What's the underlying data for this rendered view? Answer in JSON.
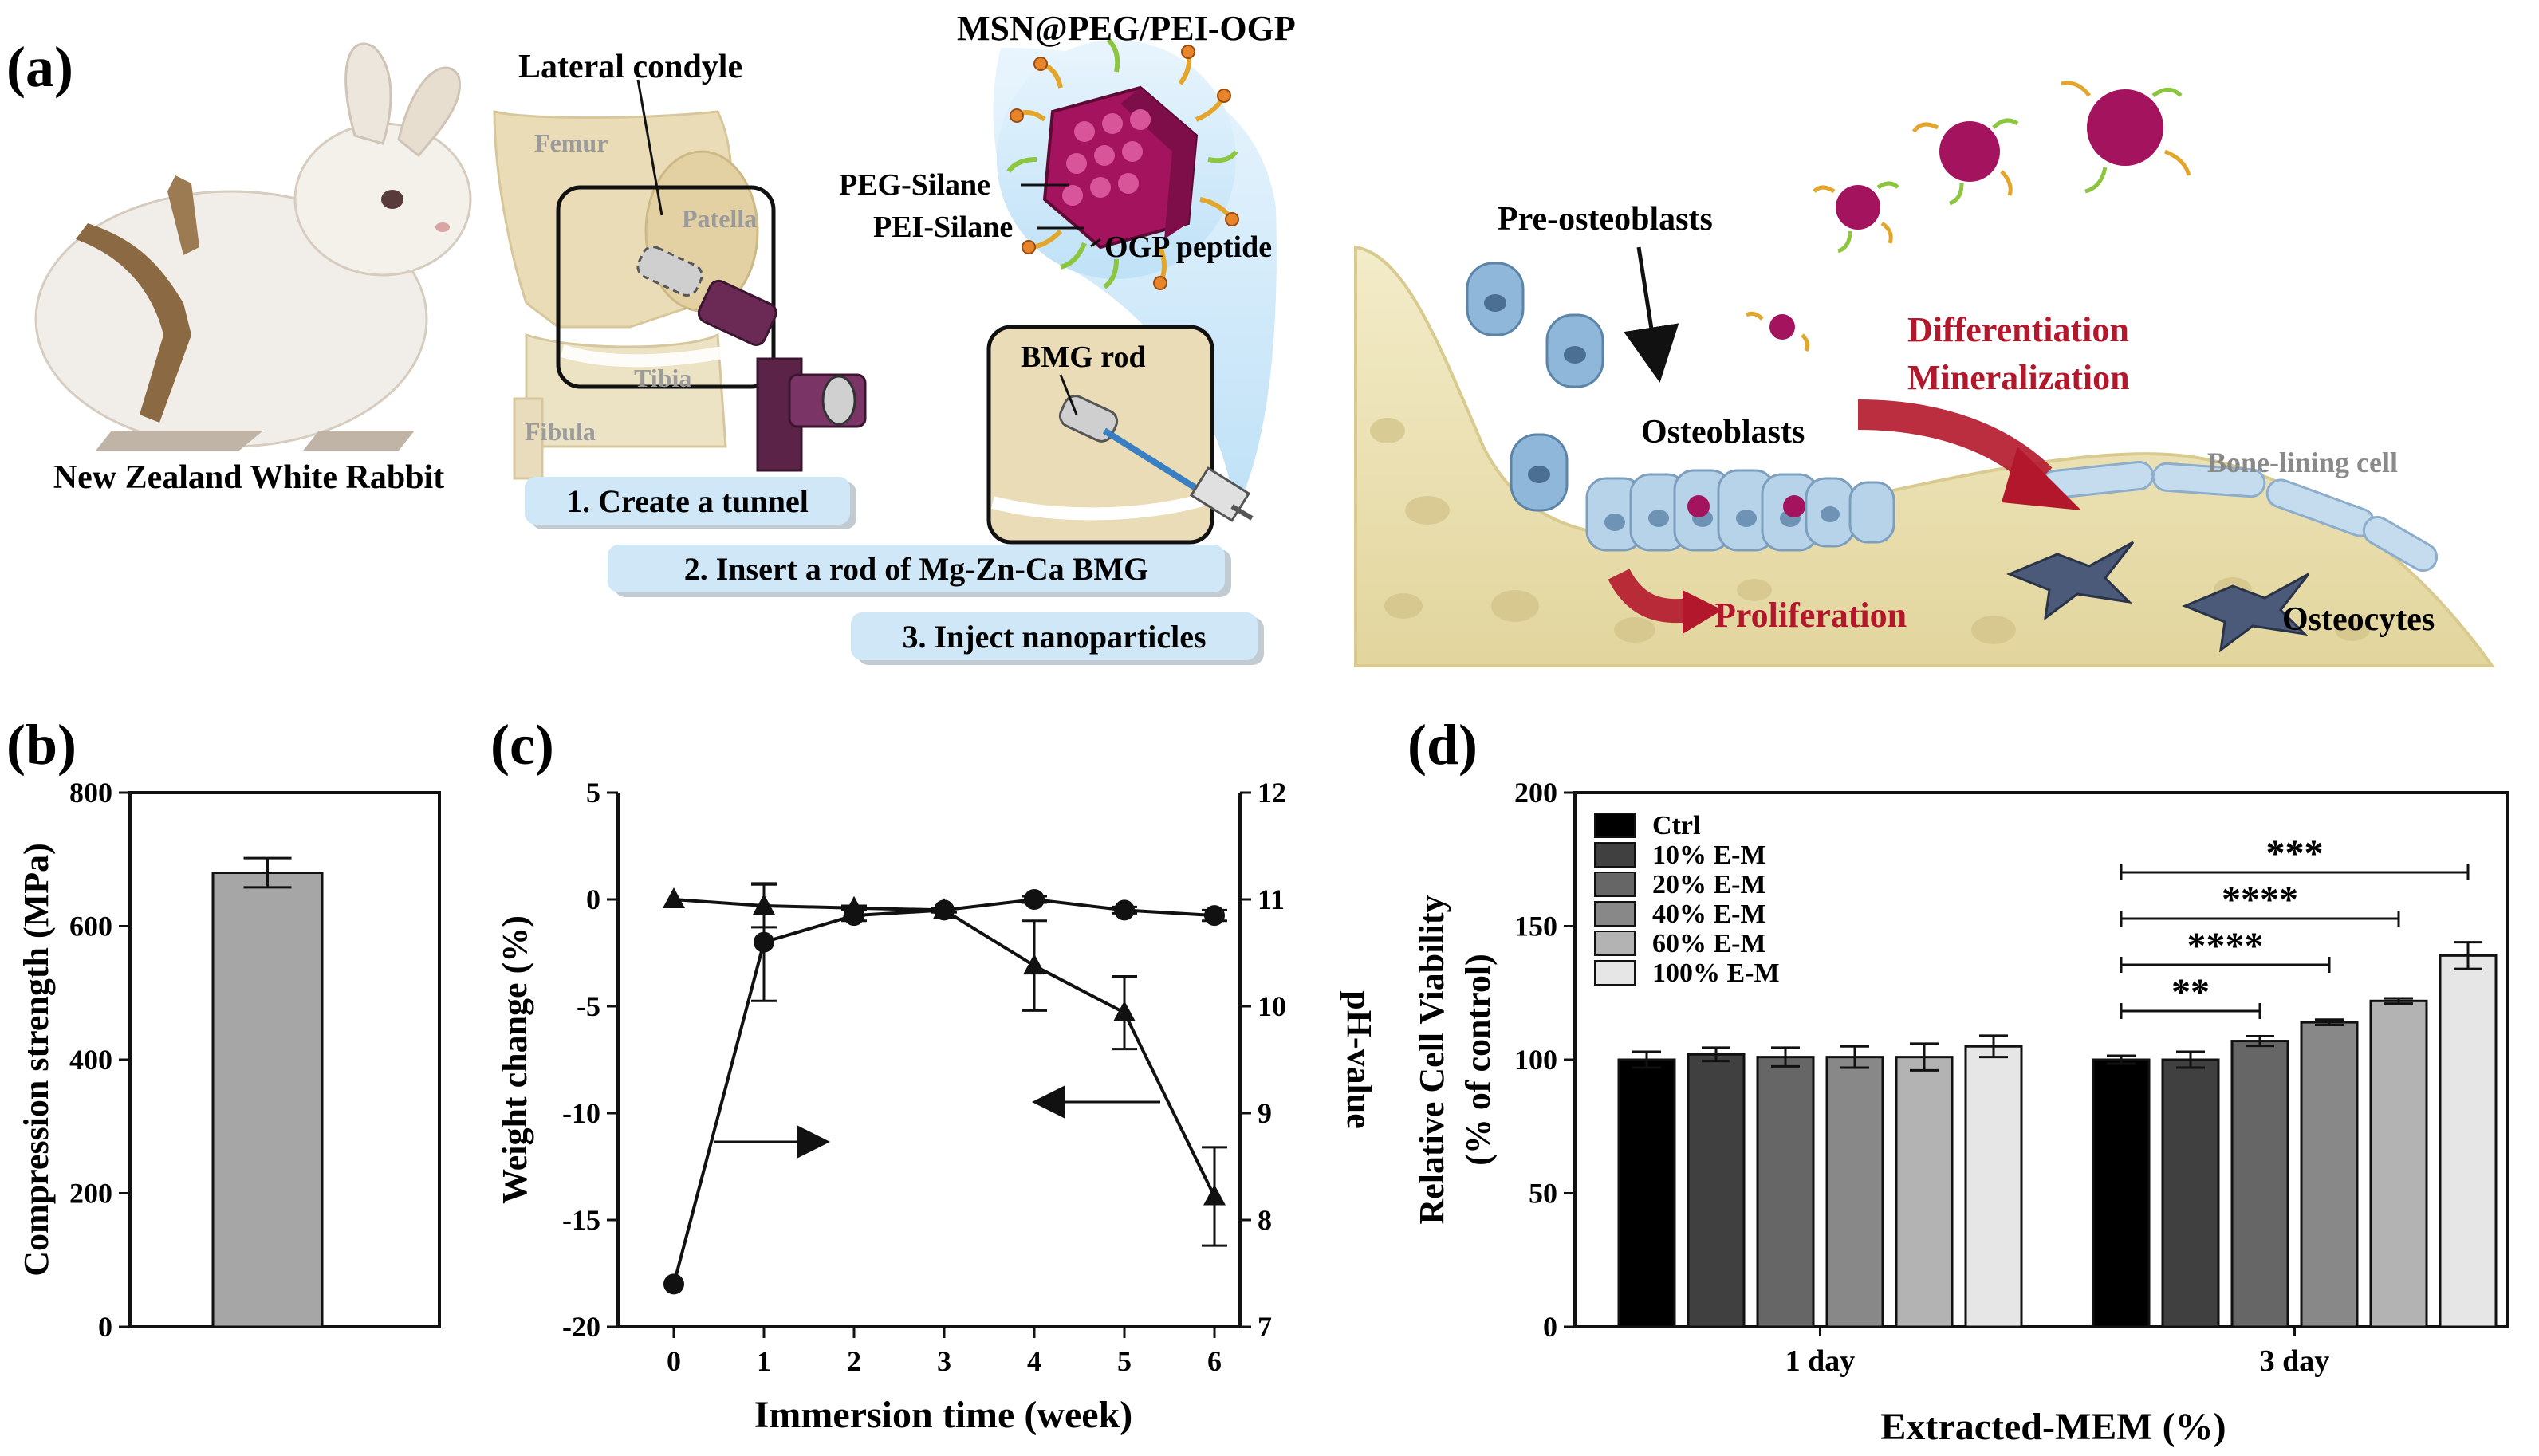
{
  "panel_a": {
    "label": "(a)",
    "rabbit_caption": "New Zealand White Rabbit",
    "knee": {
      "lateral_condyle": "Lateral condyle",
      "femur": "Femur",
      "patella": "Patella",
      "tibia": "Tibia",
      "fibula": "Fibula",
      "bmg_rod": "BMG rod"
    },
    "nanoparticle": {
      "title": "MSN@PEG/PEI-OGP",
      "peg": "PEG-Silane",
      "pei": "PEI-Silane",
      "ogp": "OGP peptide"
    },
    "steps": [
      "1. Create a tunnel",
      "2. Insert a rod of Mg-Zn-Ca BMG",
      "3. Inject nanoparticles"
    ],
    "bone": {
      "pre_osteoblasts": "Pre-osteoblasts",
      "osteoblasts": "Osteoblasts",
      "differentiation": "Differentiation",
      "mineralization": "Mineralization",
      "bone_lining": "Bone-lining cell",
      "proliferation": "Proliferation",
      "osteocytes": "Osteocytes"
    },
    "colors": {
      "accent_red": "#b3172b",
      "step_bg": "#cfe7f6",
      "bone": "#efe6bd",
      "particle": "#a3135e",
      "cell_blue": "#8fb7d9"
    }
  },
  "chart_data": [
    {
      "panel": "(b)",
      "type": "bar",
      "ylabel": "Compression strength (MPa)",
      "ylim": [
        0,
        800
      ],
      "yticks": [
        "0",
        "200",
        "400",
        "600",
        "800"
      ],
      "values": [
        680
      ],
      "errors": [
        22
      ],
      "colors": [
        "#a6a6a6"
      ]
    },
    {
      "panel": "(c)",
      "type": "line",
      "xlabel": "Immersion time (week)",
      "ylabel_left": "Weight change (%)",
      "ylabel_right": "pH-value",
      "x": [
        0,
        1,
        2,
        3,
        4,
        5,
        6
      ],
      "xticks": [
        "0",
        "1",
        "2",
        "3",
        "4",
        "5",
        "6"
      ],
      "ylim_left": [
        -20,
        5
      ],
      "yticks_left": [
        "5",
        "0",
        "-5",
        "-10",
        "-15",
        "-20"
      ],
      "ylim_right": [
        7,
        12
      ],
      "yticks_right": [
        "12",
        "11",
        "10",
        "9",
        "8",
        "7"
      ],
      "series": [
        {
          "axis": "right",
          "marker": "circle",
          "values": [
            7.4,
            10.6,
            10.85,
            10.9,
            11.0,
            10.9,
            10.85
          ],
          "errors": [
            0,
            0.55,
            0.05,
            0.02,
            0.03,
            0.03,
            0.05
          ]
        },
        {
          "axis": "left",
          "marker": "triangle",
          "values": [
            0,
            -0.3,
            -0.4,
            -0.5,
            -3.1,
            -5.3,
            -13.9
          ],
          "errors": [
            0,
            1.0,
            0.1,
            0.1,
            2.1,
            1.7,
            2.3
          ]
        }
      ]
    },
    {
      "panel": "(d)",
      "type": "bar",
      "xlabel": "Extracted-MEM (%)",
      "ylabel": "Relative Cell Viability\n(% of control)",
      "ylim": [
        0,
        200
      ],
      "yticks": [
        "0",
        "50",
        "100",
        "150",
        "200"
      ],
      "categories": [
        "1 day",
        "3 day"
      ],
      "series": [
        {
          "name": "Ctrl",
          "color": "#000000",
          "values": [
            100,
            100
          ],
          "errors": [
            3,
            1.5
          ]
        },
        {
          "name": "10% E-M",
          "color": "#404040",
          "values": [
            102,
            100
          ],
          "errors": [
            2.5,
            3
          ]
        },
        {
          "name": "20% E-M",
          "color": "#666666",
          "values": [
            101,
            107
          ],
          "errors": [
            3.5,
            1.8
          ]
        },
        {
          "name": "40% E-M",
          "color": "#888888",
          "values": [
            101,
            114
          ],
          "errors": [
            4,
            1
          ]
        },
        {
          "name": "60% E-M",
          "color": "#b3b3b3",
          "values": [
            101,
            122
          ],
          "errors": [
            5,
            1
          ]
        },
        {
          "name": "100% E-M",
          "color": "#e6e6e6",
          "values": [
            105,
            139
          ],
          "errors": [
            4,
            5
          ]
        }
      ],
      "significance": [
        "**",
        "****",
        "****",
        "***"
      ]
    }
  ]
}
